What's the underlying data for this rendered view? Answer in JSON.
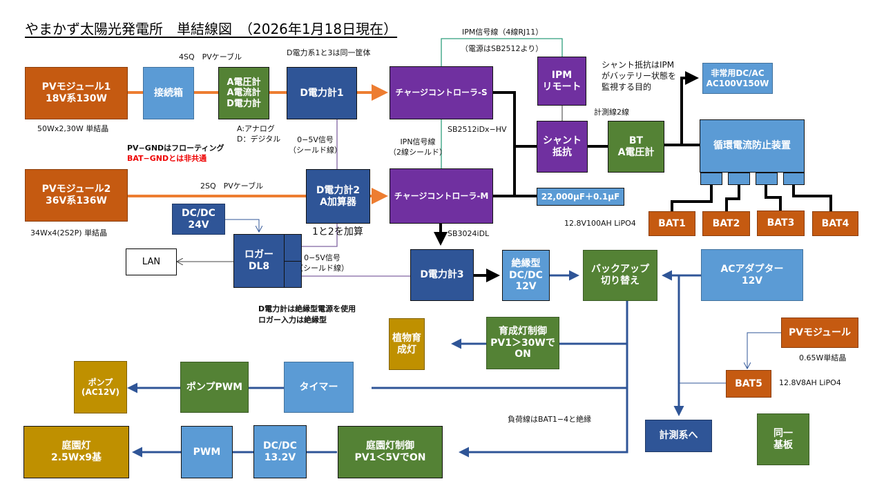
{
  "title": "やまかず太陽光発電所　単結線図　（2026年1月18日現在）",
  "colors": {
    "pv_module": "#c55a11",
    "light_blue": "#5b9bd5",
    "green": "#548235",
    "dark_blue": "#2f5597",
    "purple": "#7030a0",
    "gold": "#bf9000",
    "pv_cable": "#ed7d31",
    "signal_line": "#8064a2",
    "ipm_line": "#2e9e7c",
    "load_line": "#2f5597",
    "note_red": "#e00000"
  },
  "blocks": {
    "pv1": "PVモジュール1\n18V系130W",
    "junction_box": "接続箱",
    "analog_meter": "A電圧計\nA電流計\nD電力計",
    "dmeter1": "D電力計1",
    "cc_s": "チャージコントローラ-S",
    "ipm_remote": "IPM\nリモート",
    "emergency_inverter": "非常用DC/AC\nAC100V150W",
    "shunt": "シャント\n抵抗",
    "bt_meter": "BT\nA電圧計",
    "anti_circulation": "循環電流防止装置",
    "pv2": "PVモジュール2\n36V系136W",
    "dmeter2": "D電力計2\nA加算器",
    "cc_m": "チャージコントローラ-M",
    "capacitor": "22,000μF＋0.1μF",
    "bat1": "BAT1",
    "bat2": "BAT2",
    "bat3": "BAT3",
    "bat4": "BAT4",
    "dcdc24": "DC/DC\n24V",
    "logger": "ロガー\nDL8",
    "lan": "LAN",
    "dmeter3": "D電力計3",
    "isolated_dcdc": "絶縁型\nDC/DC\n12V",
    "backup_switch": "バックアップ\n切り替え",
    "ac_adapter": "ACアダプター\n12V",
    "grow_light": "植物育\n成灯",
    "grow_control": "育成灯制御\nPV1＞30WでON",
    "pv_small": "PVモジュール",
    "pump": "ポンプ\n(AC12V)",
    "pump_pwm": "ポンプPWM",
    "timer": "タイマー",
    "bat5": "BAT5",
    "garden_light": "庭園灯\n2.5Wx9基",
    "pwm": "PWM",
    "dcdc132": "DC/DC\n13.2V",
    "garden_control": "庭園灯制御\nPV1＜5VでON",
    "to_measurement": "計測系へ",
    "same_board": "同一\n基板"
  },
  "labels": {
    "cable_4sq": "4SQ　PVケーブル",
    "same_enclosure": "D電力系1と3は同一筐体",
    "ipm_signal": "IPM信号線（4線RJ11）",
    "ipm_power": "（電源はSB2512より）",
    "shunt_note": "シャント抵抗はIPM\nがバッテリー状態を\n監視する目的",
    "measure_2wire": "計測線2線",
    "pv1_spec": "50Wx2,30W 単結晶",
    "analog_digital": "A:アナログ\nD：デジタル",
    "signal_0_5v_1": "0−5V信号\n（シールド線）",
    "cc_s_model": "SB2512iDx−HV",
    "ipn_signal": "IPN信号線\n（2線シールド）",
    "pv_gnd_floating": "PV−GNDはフローティング",
    "bat_gnd_separate": "BAT−GNDとは非共通",
    "cable_2sq": "2SQ　PVケーブル",
    "pv2_spec": "34Wx4(2S2P) 単結晶",
    "sum_1_2": "1と2を加算",
    "cc_m_model": "SB3024iDL",
    "battery_spec": "12.8V100AH LiPO4",
    "signal_0_5v_2": "0−5V信号\n（シールド線）",
    "isolated_note_1": "D電力計は絶縁型電源を使用",
    "isolated_note_2": "ロガー入力は絶縁型",
    "pv_small_spec": "0.65W単結晶",
    "bat5_spec": "12.8V8AH LiPO4",
    "load_isolated": "負荷線はBAT1−4と絶縁"
  }
}
